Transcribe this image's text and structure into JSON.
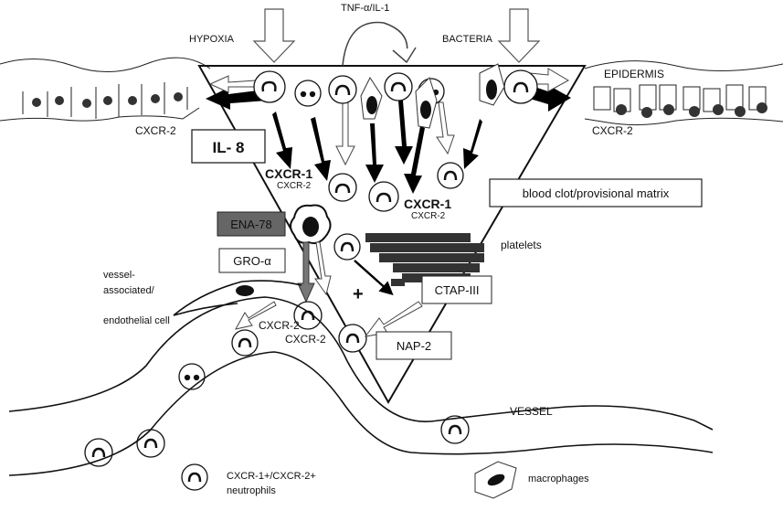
{
  "labels": {
    "hypoxia": "HYPOXIA",
    "tnf": "TNF-α/IL-1",
    "bacteria": "BACTERIA",
    "epidermis": "EPIDERMIS",
    "cxcr2_left": "CXCR-2",
    "cxcr2_right": "CXCR-2",
    "il8": "IL- 8",
    "cxcr1_a": "CXCR-1",
    "cxcr2_a": "CXCR-2",
    "cxcr1_b": "CXCR-1",
    "cxcr2_b": "CXCR-2",
    "blood_clot": "blood clot/provisional matrix",
    "ena78": "ENA-78",
    "gro": "GRO-α",
    "platelets": "platelets",
    "vessel_assoc_1": "vessel-",
    "vessel_assoc_2": "associated/",
    "endothelial": "endothelial cell",
    "plus": "+",
    "ctap": "CTAP-III",
    "cxcr2_c": "CXCR-2",
    "cxcr2_d": "CXCR-2",
    "nap2": "NAP-2",
    "vessel": "VESSEL",
    "legend_neutrophils_1": "CXCR-1+/CXCR-2+",
    "legend_neutrophils_2": "neutrophils",
    "legend_macrophages": "macrophages"
  }
}
